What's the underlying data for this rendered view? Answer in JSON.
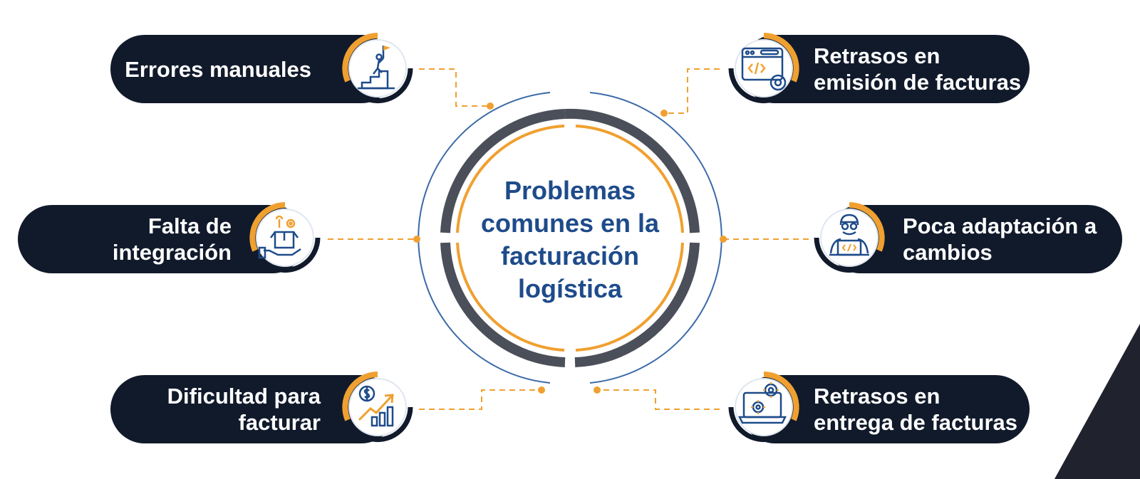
{
  "center": {
    "title": "Problemas\ncomunes en la\nfacturación\nlogística"
  },
  "items": [
    {
      "label": "Errores manuales",
      "icon": "climbing-stairs-flag-icon"
    },
    {
      "label": "Falta de\nintegración",
      "icon": "box-hand-tools-icon"
    },
    {
      "label": "Dificultad para\nfacturar",
      "icon": "money-growth-chart-icon"
    },
    {
      "label": "Retrasos en\nemisión de facturas",
      "icon": "code-window-gear-icon"
    },
    {
      "label": "Poca adaptación a\ncambios",
      "icon": "developer-laptop-icon"
    },
    {
      "label": "Retrasos en\nentrega de facturas",
      "icon": "laptop-gears-icon"
    }
  ],
  "colors": {
    "navy": "#111a2b",
    "orange": "#f0a030",
    "blue": "#1e4b8a",
    "gray": "#4a4f59"
  }
}
